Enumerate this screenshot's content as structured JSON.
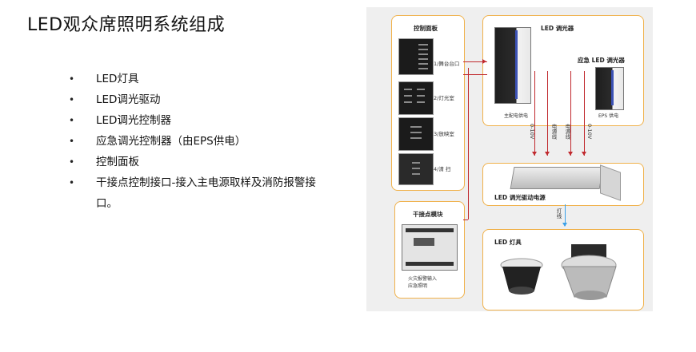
{
  "title": "LED观众席照明系统组成",
  "bullets": [
    "LED灯具",
    "LED调光驱动",
    "LED调光控制器",
    "应急调光控制器（由EPS供电）",
    "控制面板",
    "干接点控制接口-接入主电源取样及消防报警接口。"
  ],
  "diagram": {
    "control_panel_title": "控制面板",
    "panels": [
      "1/舞台台口",
      "2/灯光室",
      "3/放映室",
      "4/清 扫"
    ],
    "led_dimmer_title": "LED 调光器",
    "emergency_dimmer_title": "应急 LED 调光器",
    "main_power_label": "主配电供电",
    "eps_power_label": "EPS 供电",
    "signal_labels": [
      "0-10V",
      "电源线",
      "电源线",
      "0-10V"
    ],
    "driver_title": "LED 调光驱动电源",
    "lamp_line_label": "灯线",
    "dry_contact_title": "干接点模块",
    "dry_contact_note": "火灾报警输入\n应急照明",
    "fixture_title": "LED 灯具",
    "colors": {
      "border": "#f0b14a",
      "signal": "#c0282d",
      "lamp_line": "#3aa0e8",
      "stripe": "#3c52b5"
    }
  }
}
